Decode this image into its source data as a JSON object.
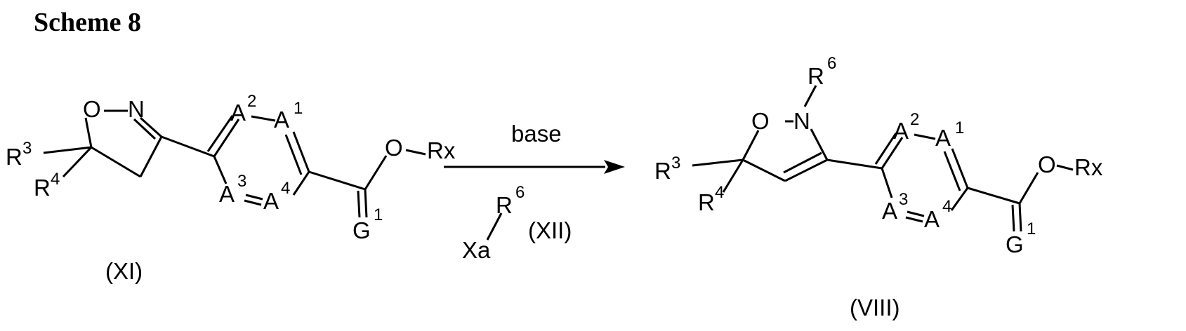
{
  "title": "Scheme 8",
  "reactant": {
    "label": "(XI)",
    "atoms": {
      "O_ring": "O",
      "N_ring": "N",
      "R3": "R",
      "R3_sup": "3",
      "R4": "R",
      "R4_sup": "4",
      "A1": "A",
      "A1_sup": "1",
      "A2": "A",
      "A2_sup": "2",
      "A3": "A",
      "A3_sup": "3",
      "A4": "A",
      "A4_sup": "4",
      "O_ester": "O",
      "Rx": "Rx",
      "G1": "G",
      "G1_sup": "1"
    }
  },
  "arrow": {
    "above": "base",
    "reagent": {
      "R6": "R",
      "R6_sup": "6",
      "Xa": "Xa",
      "label": "(XII)"
    }
  },
  "product": {
    "label": "(VIII)",
    "atoms": {
      "R6": "R",
      "R6_sup": "6",
      "O_ring": "O",
      "N_ring": "N",
      "R3": "R",
      "R3_sup": "3",
      "R4": "R",
      "R4_sup": "4",
      "A1": "A",
      "A1_sup": "1",
      "A2": "A",
      "A2_sup": "2",
      "A3": "A",
      "A3_sup": "3",
      "A4": "A",
      "A4_sup": "4",
      "O_ester": "O",
      "Rx": "Rx",
      "G1": "G",
      "G1_sup": "1"
    }
  }
}
